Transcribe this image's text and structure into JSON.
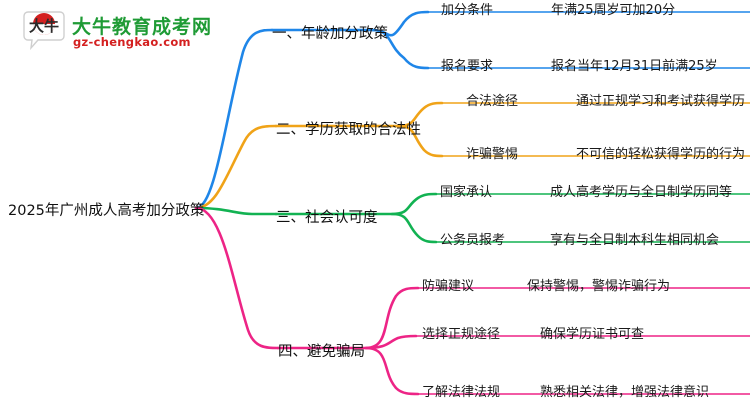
{
  "logo": {
    "mark_text": "大牛",
    "name_cn": "大牛教育成考网",
    "url": "gz-chengkao.com",
    "brand_green": "#1f9b35",
    "brand_red": "#d42020"
  },
  "mindmap": {
    "root": "2025年广州成人高考加分政策",
    "branches": [
      {
        "label": "一、年龄加分政策",
        "color": "#1f86e8",
        "children": [
          {
            "key": "加分条件",
            "value": "年满25周岁可加20分"
          },
          {
            "key": "报名要求",
            "value": "报名当年12月31日前满25岁"
          }
        ]
      },
      {
        "label": "二、学历获取的合法性",
        "color": "#f0a318",
        "children": [
          {
            "key": "合法途径",
            "value": "通过正规学习和考试获得学历"
          },
          {
            "key": "诈骗警惕",
            "value": "不可信的轻松获得学历的行为"
          }
        ]
      },
      {
        "label": "三、社会认可度",
        "color": "#12b252",
        "children": [
          {
            "key": "国家承认",
            "value": "成人高考学历与全日制学历同等"
          },
          {
            "key": "公务员报考",
            "value": "享有与全日制本科生相同机会"
          }
        ]
      },
      {
        "label": "四、避免骗局",
        "color": "#ed2486",
        "children": [
          {
            "key": "防骗建议",
            "value": "保持警惕，警惕诈骗行为"
          },
          {
            "key": "选择正规途径",
            "value": "确保学历证书可查"
          },
          {
            "key": "了解法律法规",
            "value": "熟悉相关法律，增强法律意识"
          }
        ]
      }
    ]
  }
}
